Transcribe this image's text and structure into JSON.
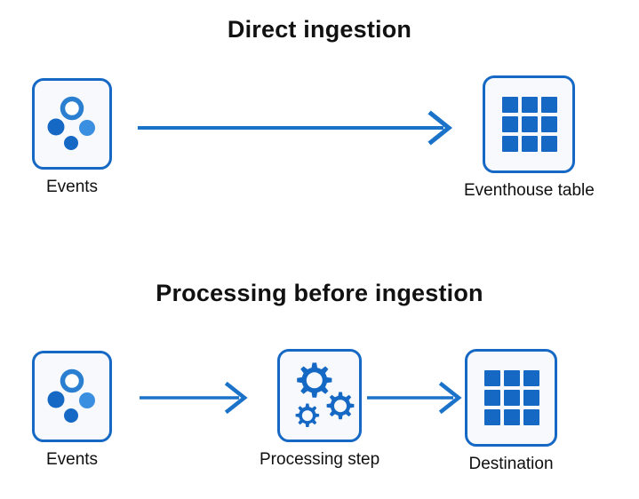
{
  "meta": {
    "background_color": "#ffffff",
    "accent_blue": "#1668c5",
    "accent_blue_light": "#3b8fe0",
    "icon_fill": "#f7f9fc",
    "text_color": "#101010"
  },
  "diagram": {
    "sections": [
      {
        "id": "direct",
        "title": "Direct ingestion",
        "nodes": [
          {
            "id": "events",
            "label": "Events",
            "icon": "events-icon"
          },
          {
            "id": "eventhouse-table",
            "label": "Eventhouse table",
            "icon": "table-grid-icon"
          }
        ],
        "connectors": [
          {
            "id": "arrow-events-to-table",
            "icon": "arrow-right-icon",
            "from": "events",
            "to": "eventhouse-table"
          }
        ]
      },
      {
        "id": "processing",
        "title": "Processing before ingestion",
        "nodes": [
          {
            "id": "events",
            "label": "Events",
            "icon": "events-icon"
          },
          {
            "id": "processing-step",
            "label": "Processing step",
            "icon": "gears-icon"
          },
          {
            "id": "destination",
            "label": "Destination",
            "icon": "table-grid-icon"
          }
        ],
        "connectors": [
          {
            "id": "arrow-events-to-processing",
            "icon": "arrow-right-icon",
            "from": "events",
            "to": "processing-step"
          },
          {
            "id": "arrow-processing-to-destination",
            "icon": "arrow-right-icon",
            "from": "processing-step",
            "to": "destination"
          }
        ]
      }
    ]
  }
}
